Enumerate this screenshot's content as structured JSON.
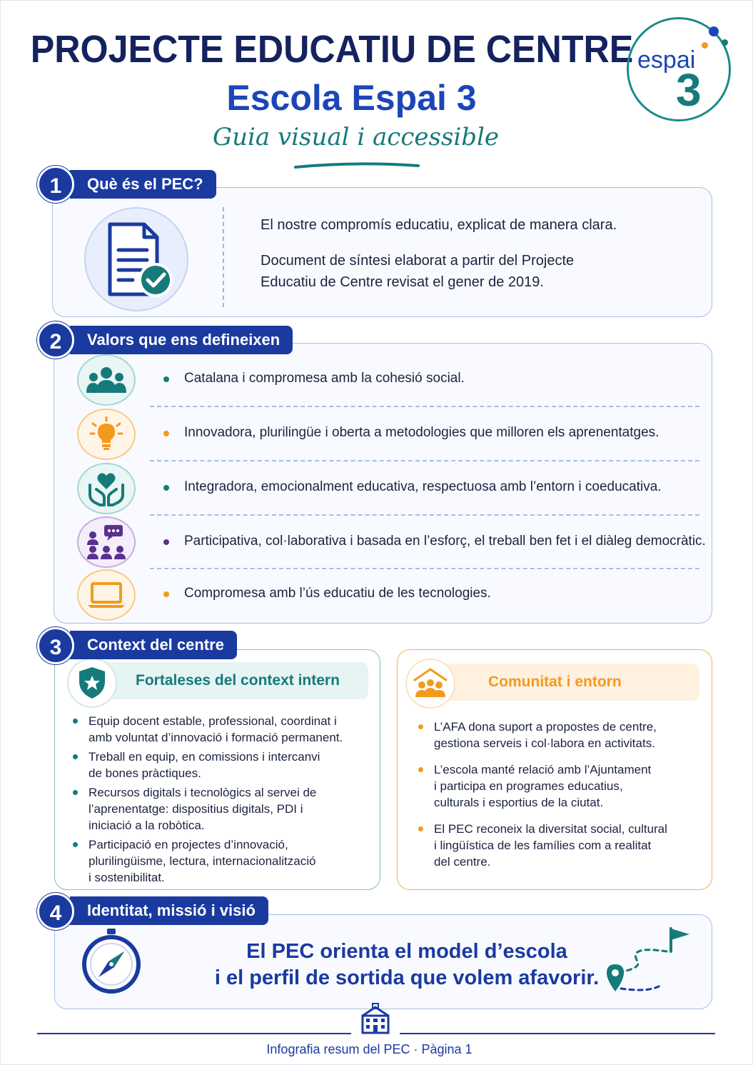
{
  "header": {
    "title": "PROJECTE EDUCATIU DE CENTRE",
    "subtitle": "Escola Espai 3",
    "tagline": "Guia visual i accessible",
    "logo_word": "espai",
    "logo_number": "3"
  },
  "section1": {
    "number": "1",
    "heading": "Què és el PEC?",
    "icon": "document-check-icon",
    "text_1": "El nostre compromís educatiu, explicat de manera clara.",
    "text_2_line1": "Document de síntesi elaborat a partir del Projecte",
    "text_2_line2": "Educatiu de Centre revisat el gener de 2019."
  },
  "section2": {
    "number": "2",
    "heading": "Valors que ens defineixen",
    "values": [
      {
        "text": "Catalana i compromesa amb la cohesió social.",
        "icon": "community-icon",
        "color": "#167a7a"
      },
      {
        "text": "Innovadora, plurilingüe i oberta a metodologies que milloren els aprenentatges.",
        "icon": "lightbulb-icon",
        "color": "#f39a1e"
      },
      {
        "text": "Integradora, emocionalment educativa, respectuosa amb l’entorn i coeducativa.",
        "icon": "heart-hands-icon",
        "color": "#167a7a"
      },
      {
        "text": "Participativa, col·laborativa i basada en l’esforç, el treball ben fet i el diàleg democràtic.",
        "icon": "dialogue-group-icon",
        "color": "#5b2f8f"
      },
      {
        "text": "Compromesa amb l’ús educatiu de les tecnologies.",
        "icon": "laptop-icon",
        "color": "#f39a1e"
      }
    ]
  },
  "section3": {
    "number": "3",
    "heading": "Context del centre",
    "internal": {
      "title": "Fortaleses del context intern",
      "icon": "shield-star-icon",
      "items": [
        [
          "Equip docent estable, professional, coordinat i",
          "amb voluntat d’innovació i formació permanent."
        ],
        [
          "Treball en equip, en comissions i intercanvi",
          "de bones pràctiques."
        ],
        [
          "Recursos digitals i tecnològics al servei de",
          "l’aprenentatge: dispositius digitals, PDI i",
          "iniciació a la robòtica."
        ],
        [
          "Participació en projectes d’innovació,",
          "plurilingüisme, lectura, internacionalització",
          "i sostenibilitat."
        ]
      ]
    },
    "community": {
      "title": "Comunitat i entorn",
      "icon": "community-house-icon",
      "items": [
        [
          "L’AFA dona suport a propostes de centre,",
          "gestiona serveis i col·labora en activitats."
        ],
        [
          "L’escola manté relació amb l’Ajuntament",
          "i participa en programes educatius,",
          "culturals i esportius de la ciutat."
        ],
        [
          "El PEC reconeix la diversitat social, cultural",
          "i lingüística de les famílies com a realitat",
          "del centre."
        ]
      ]
    }
  },
  "section4": {
    "number": "4",
    "heading": "Identitat, missió i visió",
    "line1": "El PEC orienta el model d’escola",
    "line2": "i el perfil de sortida que volem afavorir.",
    "icons": [
      "compass-icon",
      "route-flag-icon"
    ]
  },
  "footer": {
    "text": "Infografia resum del PEC · Pàgina 1",
    "icon": "school-building-icon"
  },
  "colors": {
    "navy": "#14235e",
    "blue": "#1b3aa0",
    "teal": "#167a7a",
    "orange": "#f39a1e",
    "purple": "#5b2f8f"
  }
}
